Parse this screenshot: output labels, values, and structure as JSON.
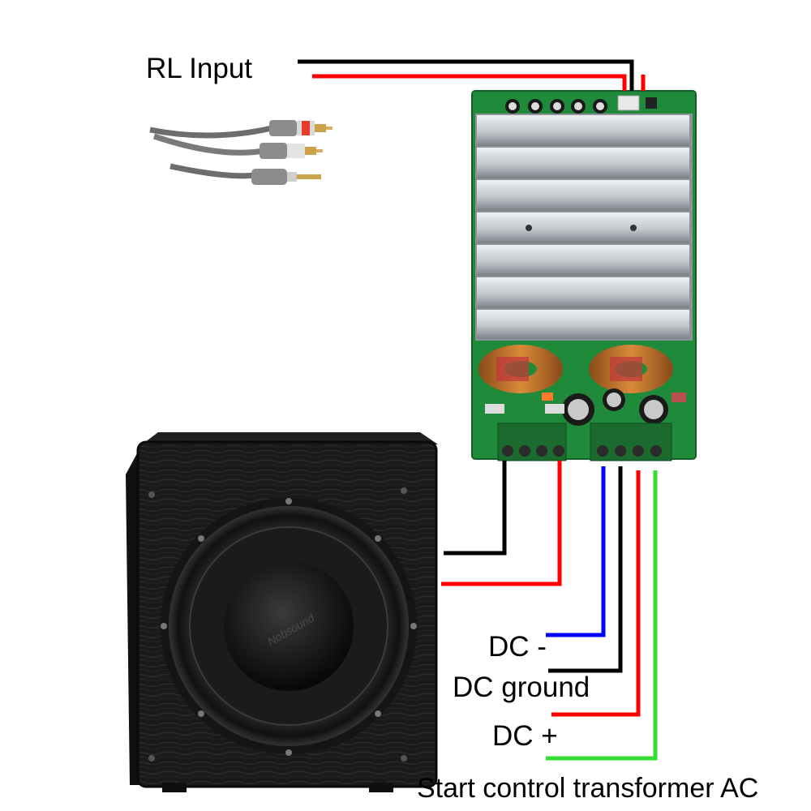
{
  "labels": {
    "rl_input": "RL Input",
    "dc_minus": "DC -",
    "dc_ground": "DC ground",
    "dc_plus": "DC +",
    "start_control": "Start control transformer AC"
  },
  "subwoofer": {
    "brand_text": "Nobsound"
  },
  "colors": {
    "wire_black": "#000000",
    "wire_red": "#ff0000",
    "wire_blue": "#0000ff",
    "wire_green": "#33dd33",
    "pcb_green": "#1f8a3a",
    "heatsink": "#c9ccd0",
    "terminal_green": "#1c6b2e",
    "cabinet": "#1b1b1b"
  }
}
